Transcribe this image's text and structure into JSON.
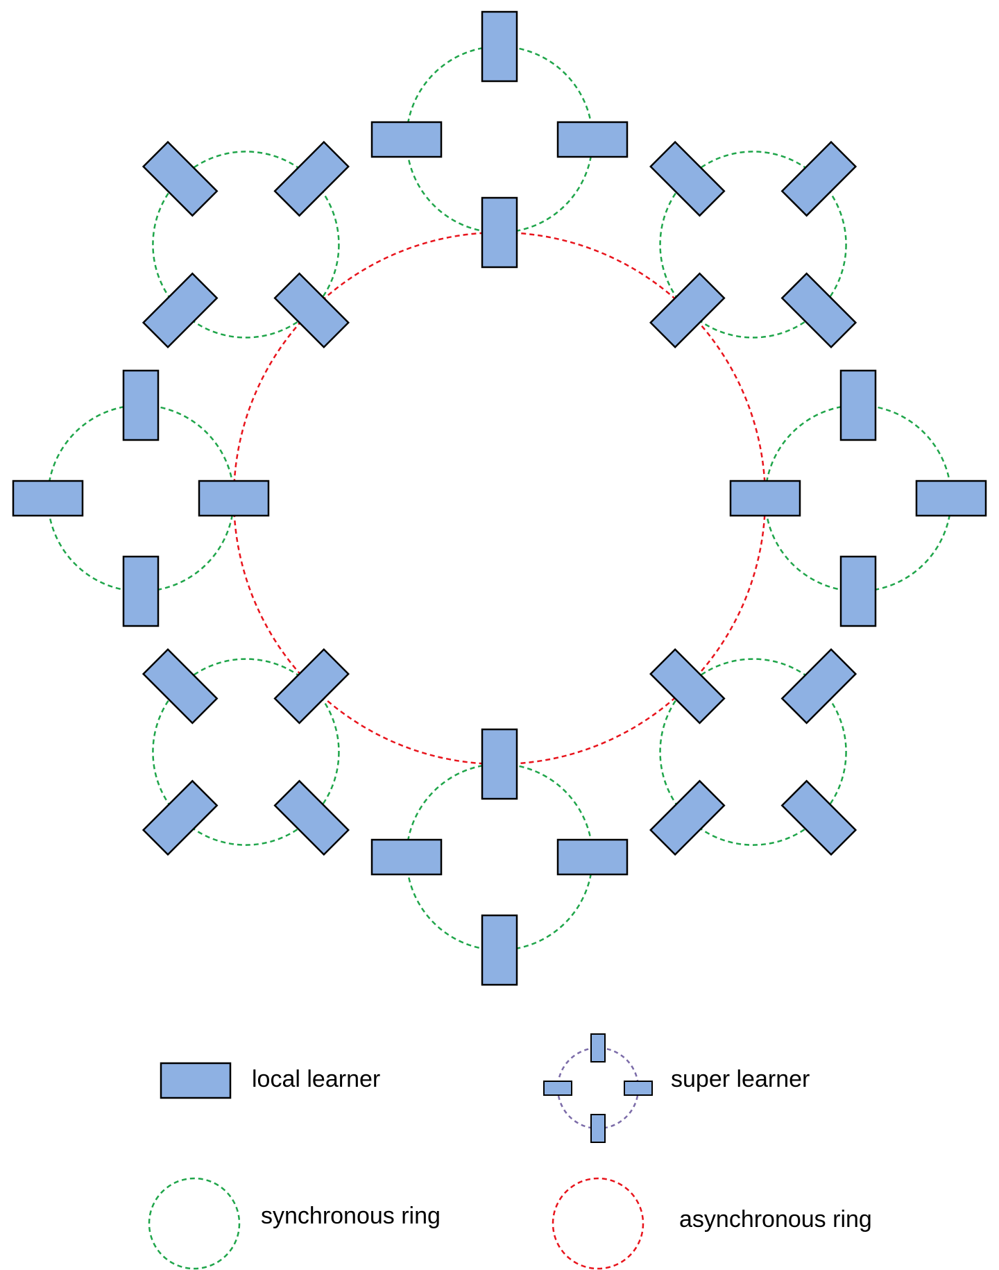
{
  "colors": {
    "learner_fill": "#8eb1e3",
    "learner_stroke": "#000000",
    "sync_ring": "#1fa54a",
    "async_ring": "#e8141c",
    "super_ring": "#7b6ba8"
  },
  "diagram": {
    "super_learner_count": 8,
    "local_learners_per_super": 4
  },
  "legend": {
    "local_learner": "local learner",
    "super_learner": "super learner",
    "synchronous_ring": "synchronous ring",
    "asynchronous_ring": "asynchronous ring"
  }
}
